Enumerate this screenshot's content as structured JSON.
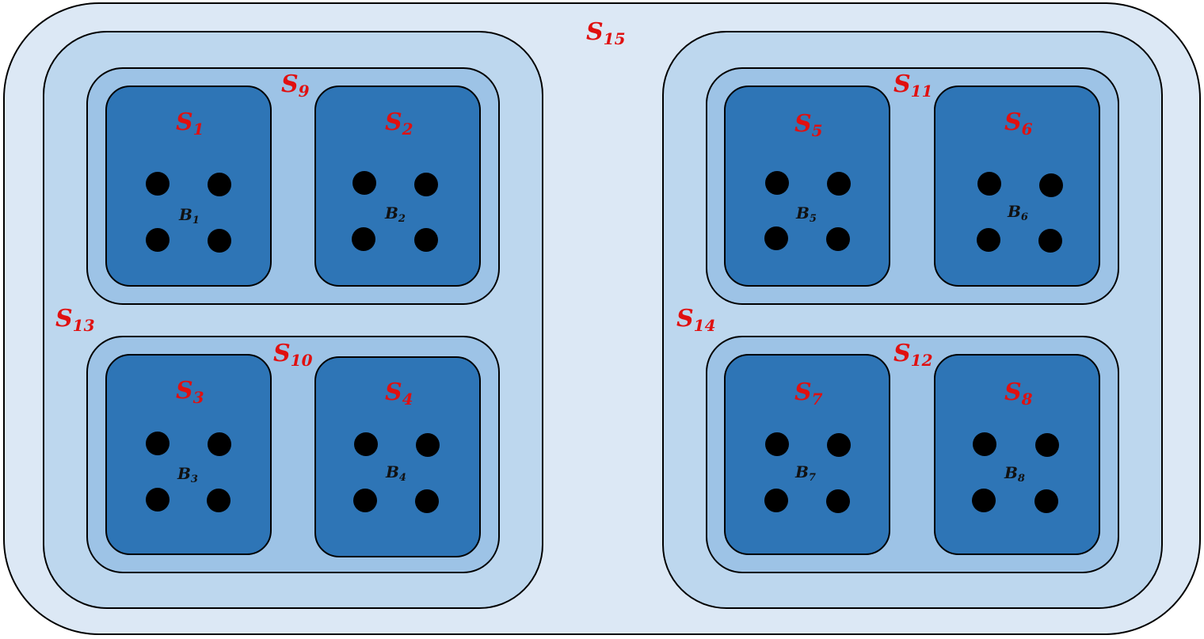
{
  "colors": {
    "outer_fill": "#dce8f5",
    "level2_fill": "#bdd7ee",
    "level1_fill": "#9dc3e6",
    "leaf_fill": "#2e75b6",
    "stroke": "#000000",
    "dot": "#000000",
    "set_label": "#e01010",
    "block_label": "#111111"
  },
  "sets": {
    "s1": {
      "main": "S",
      "sub": "1"
    },
    "s2": {
      "main": "S",
      "sub": "2"
    },
    "s3": {
      "main": "S",
      "sub": "3"
    },
    "s4": {
      "main": "S",
      "sub": "4"
    },
    "s5": {
      "main": "S",
      "sub": "5"
    },
    "s6": {
      "main": "S",
      "sub": "6"
    },
    "s7": {
      "main": "S",
      "sub": "7"
    },
    "s8": {
      "main": "S",
      "sub": "8"
    },
    "s9": {
      "main": "S",
      "sub": "9"
    },
    "s10": {
      "main": "S",
      "sub": "10"
    },
    "s11": {
      "main": "S",
      "sub": "11"
    },
    "s12": {
      "main": "S",
      "sub": "12"
    },
    "s13": {
      "main": "S",
      "sub": "13"
    },
    "s14": {
      "main": "S",
      "sub": "14"
    },
    "s15": {
      "main": "S",
      "sub": "15"
    }
  },
  "blocks": {
    "b1": {
      "main": "B",
      "sub": "1"
    },
    "b2": {
      "main": "B",
      "sub": "2"
    },
    "b3": {
      "main": "B",
      "sub": "3"
    },
    "b4": {
      "main": "B",
      "sub": "4"
    },
    "b5": {
      "main": "B",
      "sub": "5"
    },
    "b6": {
      "main": "B",
      "sub": "6"
    },
    "b7": {
      "main": "B",
      "sub": "7"
    },
    "b8": {
      "main": "B",
      "sub": "8"
    }
  }
}
